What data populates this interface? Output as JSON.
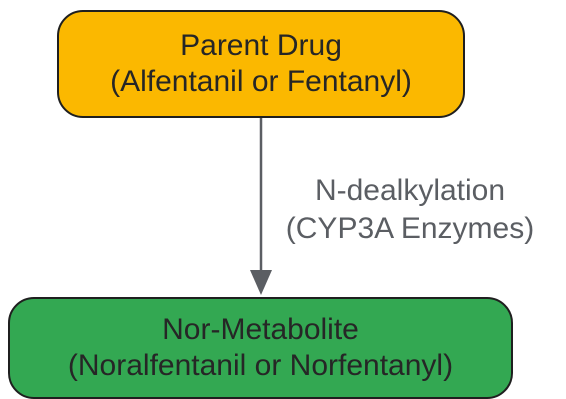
{
  "nodes": {
    "parent": {
      "line1": "Parent Drug",
      "line2": "(Alfentanil or Fentanyl)",
      "fill": "#fbb800"
    },
    "metabolite": {
      "line1": "Nor-Metabolite",
      "line2": "(Noralfentanil or Norfentanyl)",
      "fill": "#33a852"
    }
  },
  "edge": {
    "line1": "N-dealkylation",
    "line2": "(CYP3A Enzymes)",
    "color": "#5b5e63"
  }
}
